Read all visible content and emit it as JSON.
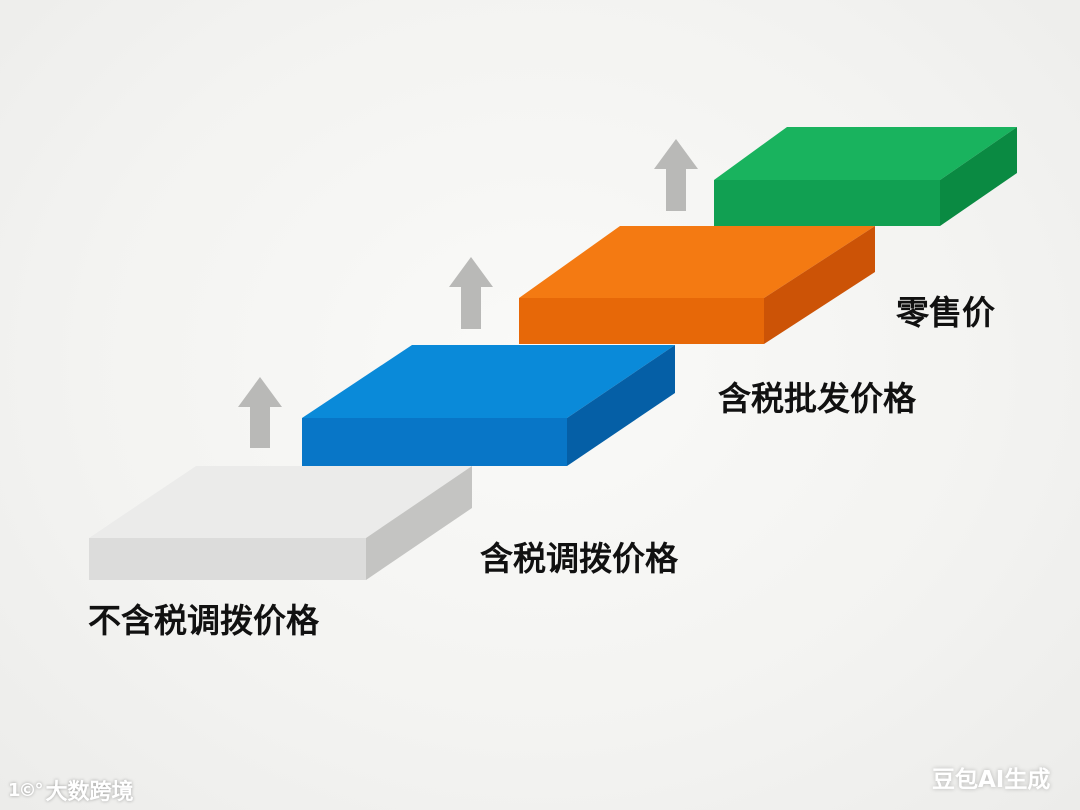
{
  "diagram": {
    "title": "",
    "steps": [
      {
        "label": "不含税调拨价格",
        "color": "#e2e2e0"
      },
      {
        "label": "含税调拨价格",
        "color": "#0a83d6"
      },
      {
        "label": "含税批发价格",
        "color": "#f07410"
      },
      {
        "label": "零售价",
        "color": "#13ad57"
      }
    ],
    "arrow_icon": "up-arrow-icon",
    "arrow_color": "#b8b8b6"
  },
  "watermarks": {
    "left_logo": "1©°",
    "left_text": "大数跨境",
    "right_text": "豆包AI生成"
  }
}
